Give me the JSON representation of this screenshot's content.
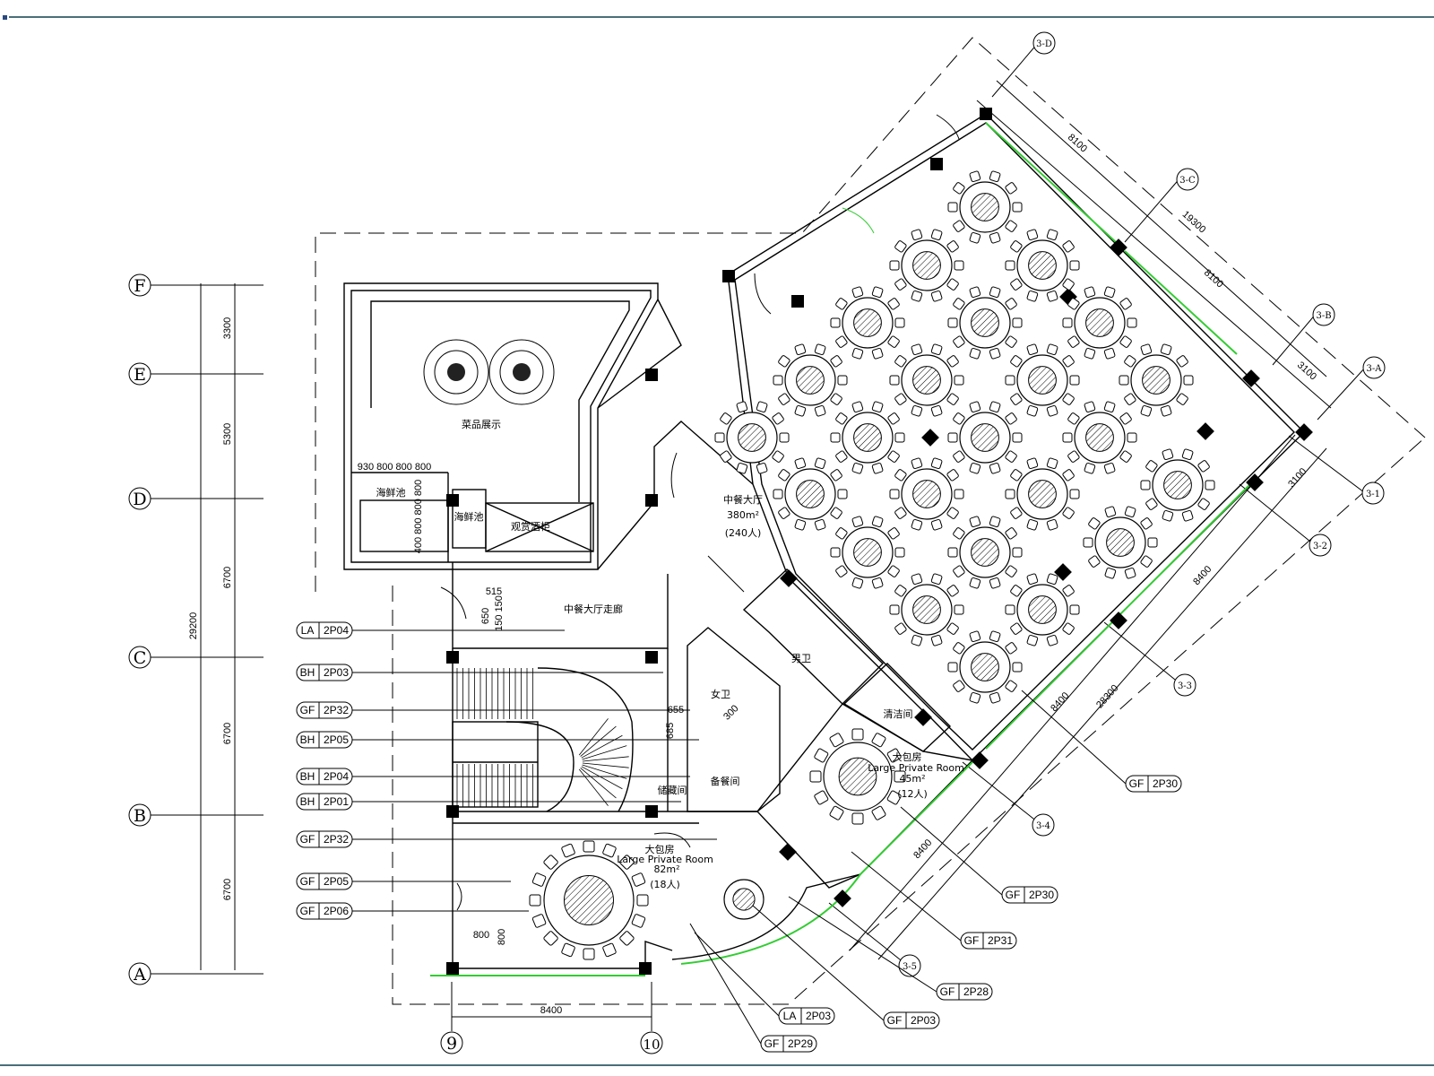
{
  "colors": {
    "line": "#000000",
    "glass": "#33cc33",
    "frame": "#4a6e7a"
  },
  "grid_rows": [
    "F",
    "E",
    "D",
    "C",
    "B",
    "A"
  ],
  "grid_cols": [
    "9",
    "10"
  ],
  "grid_diag": [
    "3-D",
    "3-C",
    "3-B",
    "3-A",
    "3-1",
    "3-2",
    "3-3",
    "3-4",
    "3-5"
  ],
  "row_dims": [
    "3300",
    "5300",
    "6700",
    "6700",
    "6700"
  ],
  "total_dim": "29200",
  "bottom_dim": "8400",
  "diag_dims": {
    "top1": "8100",
    "top_total": "19300",
    "top2": "8100",
    "top3": "3100",
    "right1": "3100",
    "right2": "8400",
    "right_total": "28300",
    "right3": "8400",
    "right4": "8400"
  },
  "small_dims": {
    "d515": "515",
    "d650": "650",
    "d150": "150 150",
    "d655": "655",
    "d685": "685",
    "d300": "300",
    "d800": "800",
    "d800b": "800",
    "top_run": "930 800 800 800",
    "vert_run": "400 800 800 800"
  },
  "rooms": {
    "dish_display": "菜品展示",
    "seafood_pool": "海鲜池",
    "seafood_small": "海鲜池",
    "wine_display": "观赏酒柜",
    "hall_corridor": "中餐大厅走廊",
    "hall_name": "中餐大厅",
    "hall_area": "380m²",
    "hall_cap": "(240人)",
    "womens_wc": "女卫",
    "mens_wc": "男卫",
    "vip_small_name": "大包房",
    "vip_small_en": "Large Private Room",
    "vip_small_area": "45m²",
    "vip_small_cap": "(12人)",
    "vip_large_name": "大包房",
    "vip_large_en": "Large Private Room",
    "vip_large_area": "82m²",
    "vip_large_cap": "(18人)",
    "service": "备餐间",
    "store": "储藏间",
    "store2": "清洁间"
  },
  "left_tags": [
    {
      "a": "LA",
      "b": "2P04"
    },
    {
      "a": "BH",
      "b": "2P03"
    },
    {
      "a": "GF",
      "b": "2P32"
    },
    {
      "a": "BH",
      "b": "2P05"
    },
    {
      "a": "BH",
      "b": "2P04"
    },
    {
      "a": "BH",
      "b": "2P01"
    },
    {
      "a": "GF",
      "b": "2P32"
    },
    {
      "a": "GF",
      "b": "2P05"
    },
    {
      "a": "GF",
      "b": "2P06"
    }
  ],
  "right_tags": [
    {
      "a": "GF",
      "b": "2P30"
    },
    {
      "a": "GF",
      "b": "2P30"
    },
    {
      "a": "GF",
      "b": "2P31"
    },
    {
      "a": "GF",
      "b": "2P28"
    },
    {
      "a": "GF",
      "b": "2P03"
    },
    {
      "a": "LA",
      "b": "2P03"
    },
    {
      "a": "GF",
      "b": "2P29"
    }
  ]
}
